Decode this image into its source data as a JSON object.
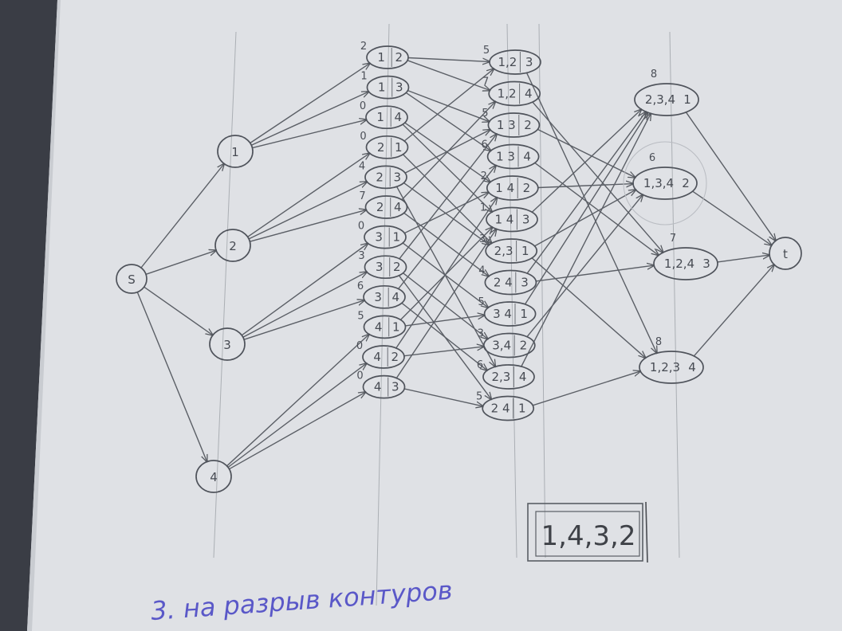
{
  "sheet": {
    "paper_color": "#dfe1e5",
    "pencil_color": "#55595f",
    "ink_color": "#5a58c8"
  },
  "source": {
    "label": "S"
  },
  "sink": {
    "label": "t"
  },
  "layer1": [
    {
      "label": "1"
    },
    {
      "label": "2"
    },
    {
      "label": "3"
    },
    {
      "label": "4"
    }
  ],
  "layer2": [
    {
      "weight": "2",
      "a": "1",
      "b": "2"
    },
    {
      "weight": "1",
      "a": "1",
      "b": "3"
    },
    {
      "weight": "0",
      "a": "1",
      "b": "4"
    },
    {
      "weight": "0",
      "a": "2",
      "b": "1"
    },
    {
      "weight": "4",
      "a": "2",
      "b": "3"
    },
    {
      "weight": "7",
      "a": "2",
      "b": "4"
    },
    {
      "weight": "0",
      "a": "3",
      "b": "1"
    },
    {
      "weight": "3",
      "a": "3",
      "b": "2"
    },
    {
      "weight": "6",
      "a": "3",
      "b": "4"
    },
    {
      "weight": "5",
      "a": "4",
      "b": "1"
    },
    {
      "weight": "0",
      "a": "4",
      "b": "2"
    },
    {
      "weight": "0",
      "a": "4",
      "b": "3"
    }
  ],
  "layer3": [
    {
      "weight": "5",
      "a": "1,2",
      "b": "3"
    },
    {
      "weight": "7",
      "a": "1,2",
      "b": "4"
    },
    {
      "weight": "5",
      "a": "1 3",
      "b": "2"
    },
    {
      "weight": "6",
      "a": "1 3",
      "b": "4"
    },
    {
      "weight": "2",
      "a": "1 4",
      "b": "2"
    },
    {
      "weight": "1",
      "a": "1 4",
      "b": "3"
    },
    {
      "weight": "3",
      "a": "2,3",
      "b": "1"
    },
    {
      "weight": "4",
      "a": "2 4",
      "b": "3"
    },
    {
      "weight": "5",
      "a": "3 4",
      "b": "1"
    },
    {
      "weight": "3",
      "a": "3,4",
      "b": "2"
    },
    {
      "weight": "6",
      "a": "2,3",
      "b": "4"
    },
    {
      "weight": "5",
      "a": "2 4",
      "b": "1"
    }
  ],
  "layer4": [
    {
      "weight": "8",
      "a": "2,3,4",
      "b": "1"
    },
    {
      "weight": "6",
      "a": "1,3,4",
      "b": "2"
    },
    {
      "weight": "7",
      "a": "1,2,4",
      "b": "3"
    },
    {
      "weight": "8",
      "a": "1,2,3",
      "b": "4"
    }
  ],
  "result_box": {
    "text": "1,4,3,2"
  },
  "caption": {
    "text": "3. на разрыв контуров"
  }
}
